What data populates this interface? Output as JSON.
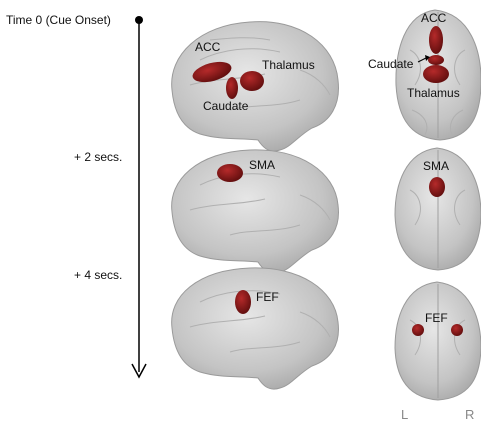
{
  "timeline": {
    "start_label": "Time 0 (Cue Onset)",
    "steps": [
      "+ 2 secs.",
      "+ 4 secs."
    ]
  },
  "rows": [
    {
      "sagittal_labels": [
        "ACC",
        "Thalamus",
        "Caudate"
      ],
      "axial_labels": [
        "ACC",
        "Caudate",
        "Thalamus"
      ]
    },
    {
      "sagittal_labels": [
        "SMA"
      ],
      "axial_labels": [
        "SMA"
      ]
    },
    {
      "sagittal_labels": [
        "FEF"
      ],
      "axial_labels": [
        "FEF"
      ]
    }
  ],
  "orientation": {
    "left": "L",
    "right": "R"
  },
  "colors": {
    "brain": "#c9c9c9",
    "activation": "#8b1a1a",
    "axis": "#000000"
  }
}
